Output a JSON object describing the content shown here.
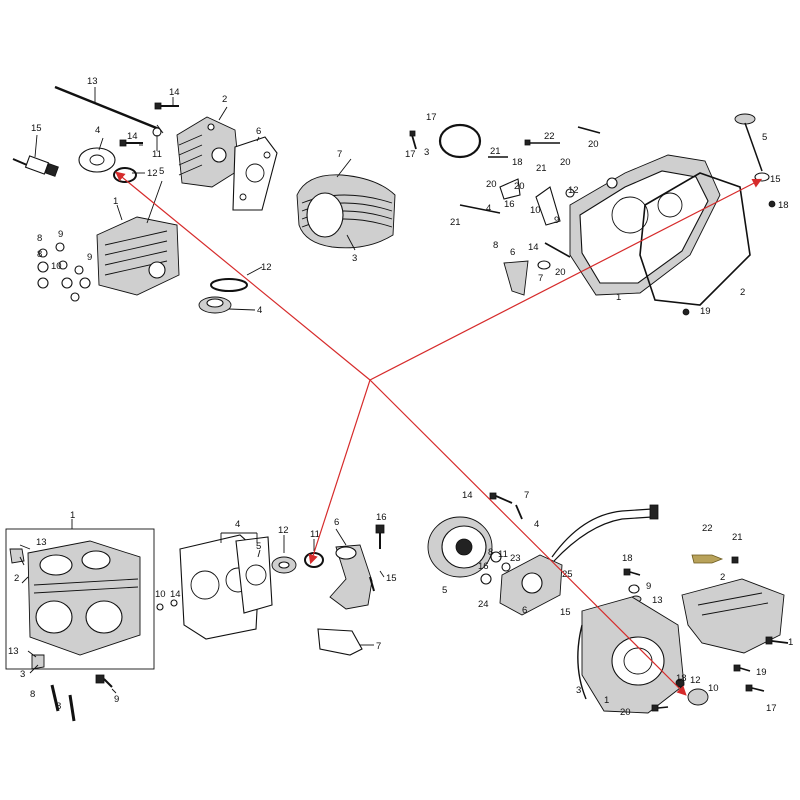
{
  "colors": {
    "background": "#ffffff",
    "panel_border": "#d9d9d9",
    "link_line": "#d62b2b",
    "ink": "#111111",
    "fin_fill": "#cfcfcf"
  },
  "panel_a": {
    "labels": {
      "p13": "13",
      "p14": "14",
      "p2": "2",
      "p6": "6",
      "p15": "15",
      "p4": "4",
      "p14b": "14",
      "p11": "11",
      "p12": "12",
      "p7": "7",
      "p1": "1",
      "p5": "5",
      "p9": "9",
      "p8": "8",
      "p10": "10",
      "p9b": "9",
      "p8b": "8",
      "p3": "3",
      "p12b": "12",
      "p4b": "4"
    }
  },
  "panel_b": {
    "labels": {
      "p17": "17",
      "p17b": "17",
      "p3": "3",
      "p22": "22",
      "p21": "21",
      "p18": "18",
      "p20": "20",
      "p20b": "20",
      "p21b": "21",
      "p20c": "20",
      "p20d": "20",
      "p5": "5",
      "p15": "15",
      "p4": "4",
      "p16": "16",
      "p10": "10",
      "p12": "12",
      "p9": "9",
      "p21c": "21",
      "p8": "8",
      "p6": "6",
      "p14": "14",
      "p7": "7",
      "p20e": "20",
      "p1": "1",
      "p2": "2",
      "p18b": "18",
      "p19": "19"
    }
  },
  "panel_c": {
    "labels": {
      "p1": "1",
      "p13": "13",
      "p2": "2",
      "p13b": "13",
      "p3": "3",
      "p8": "8",
      "p8b": "8",
      "p9": "9",
      "p10": "10",
      "p14": "14",
      "p4": "4",
      "p5": "5",
      "p12": "12",
      "p11": "11",
      "p6": "6",
      "p16": "16",
      "p15": "15",
      "p7": "7"
    }
  },
  "panel_d": {
    "labels": {
      "p14": "14",
      "p7": "7",
      "p4": "4",
      "p22": "22",
      "p21": "21",
      "p2": "2",
      "p8": "8",
      "p11": "11",
      "p23": "23",
      "p16": "16",
      "p25": "25",
      "p18": "18",
      "p9": "9",
      "p13": "13",
      "p5": "5",
      "p24": "24",
      "p6": "6",
      "p15": "15",
      "p1": "1",
      "p3": "3",
      "p19": "19",
      "p1b": "1",
      "p17": "17",
      "p18b": "18",
      "p12": "12",
      "p10": "10",
      "p20": "20"
    }
  }
}
